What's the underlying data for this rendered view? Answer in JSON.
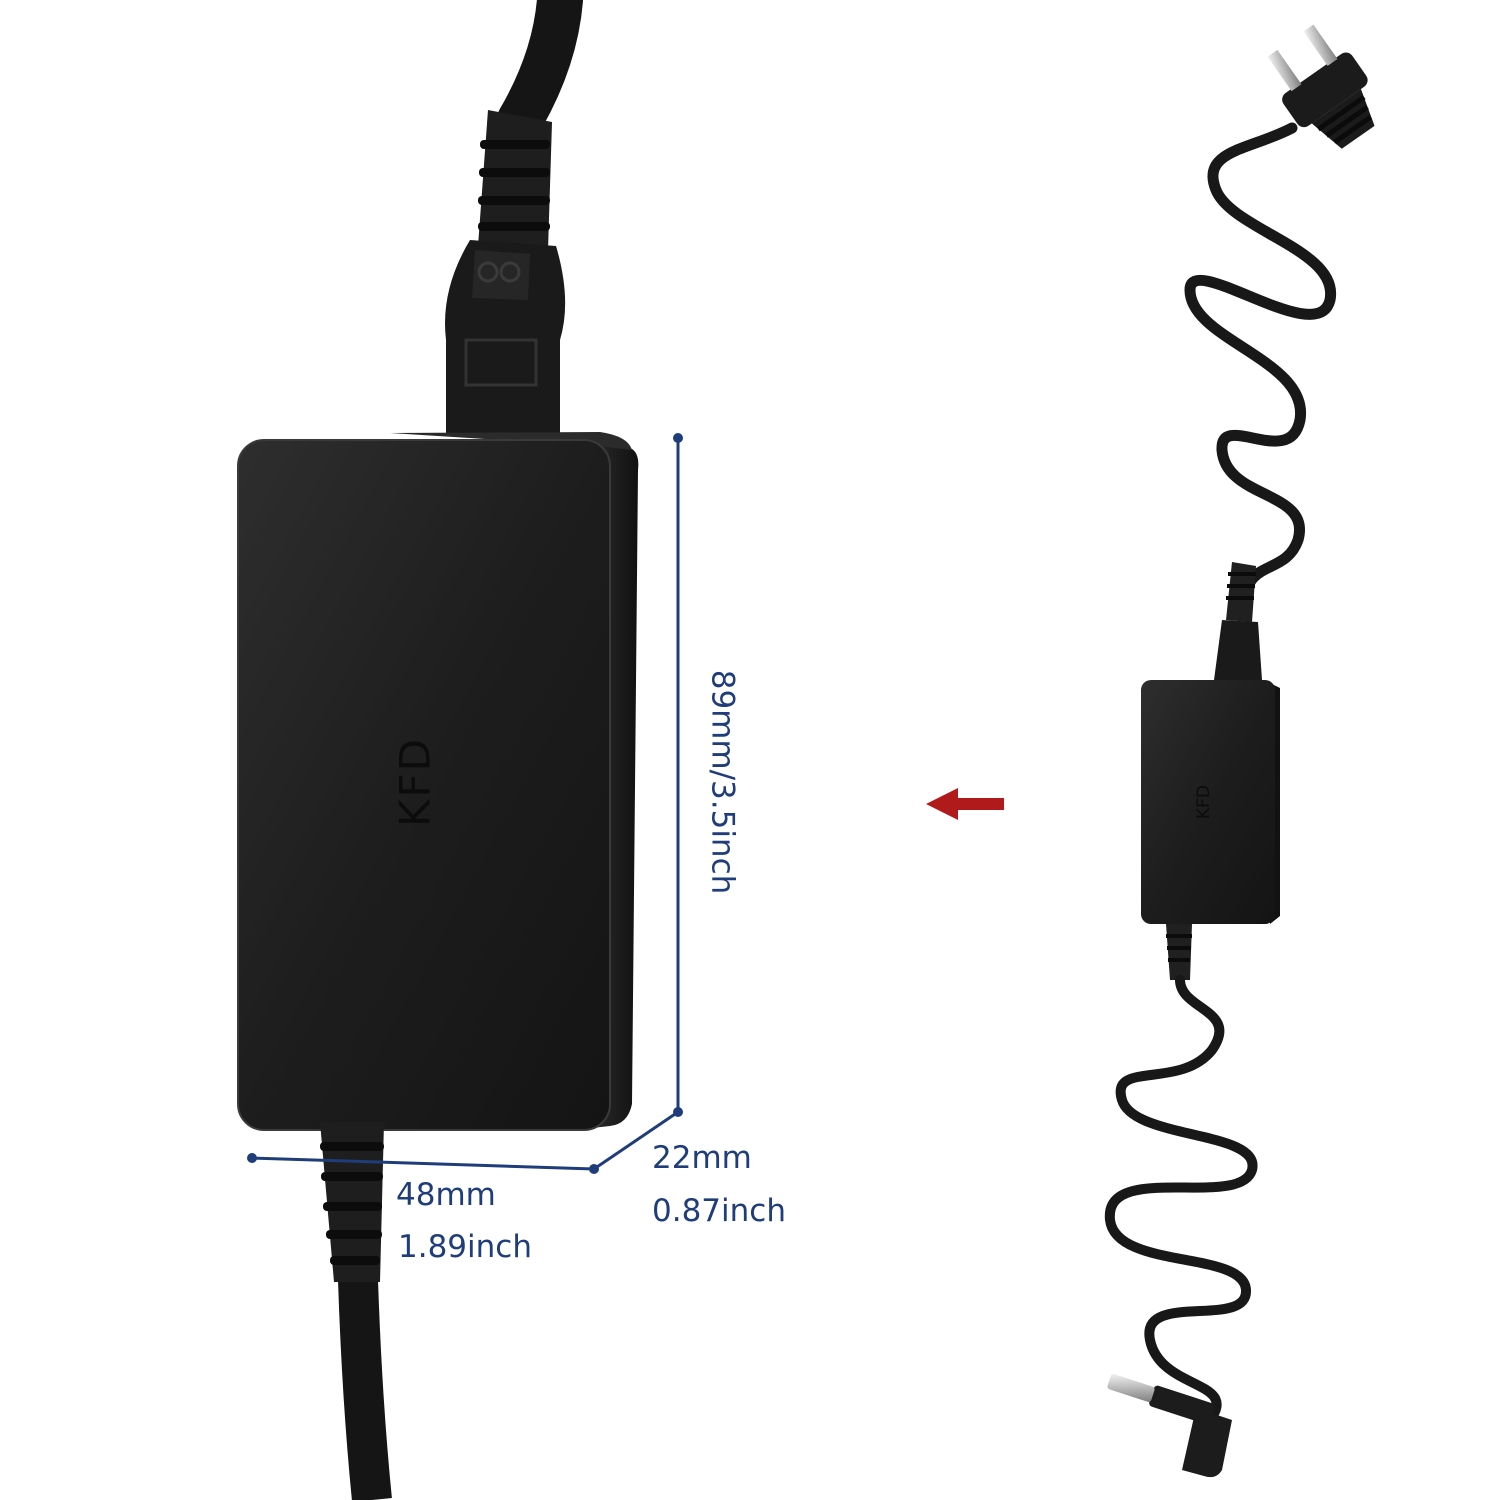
{
  "brand": {
    "logo_text": "KFD"
  },
  "dimensions": {
    "height_label": "89mm/3.5inch",
    "width_mm": "48mm",
    "width_inch": "1.89inch",
    "depth_mm": "22mm",
    "depth_inch": "0.87inch"
  },
  "colors": {
    "dimension_line": "#1f3d7a",
    "arrow": "#b01a1a",
    "adapter_body": "#1c1c1c",
    "background": "#ffffff"
  },
  "icons": {
    "arrow": "arrow-left-icon",
    "plug": "us-plug-icon",
    "dc_connector": "dc-barrel-connector-icon"
  }
}
